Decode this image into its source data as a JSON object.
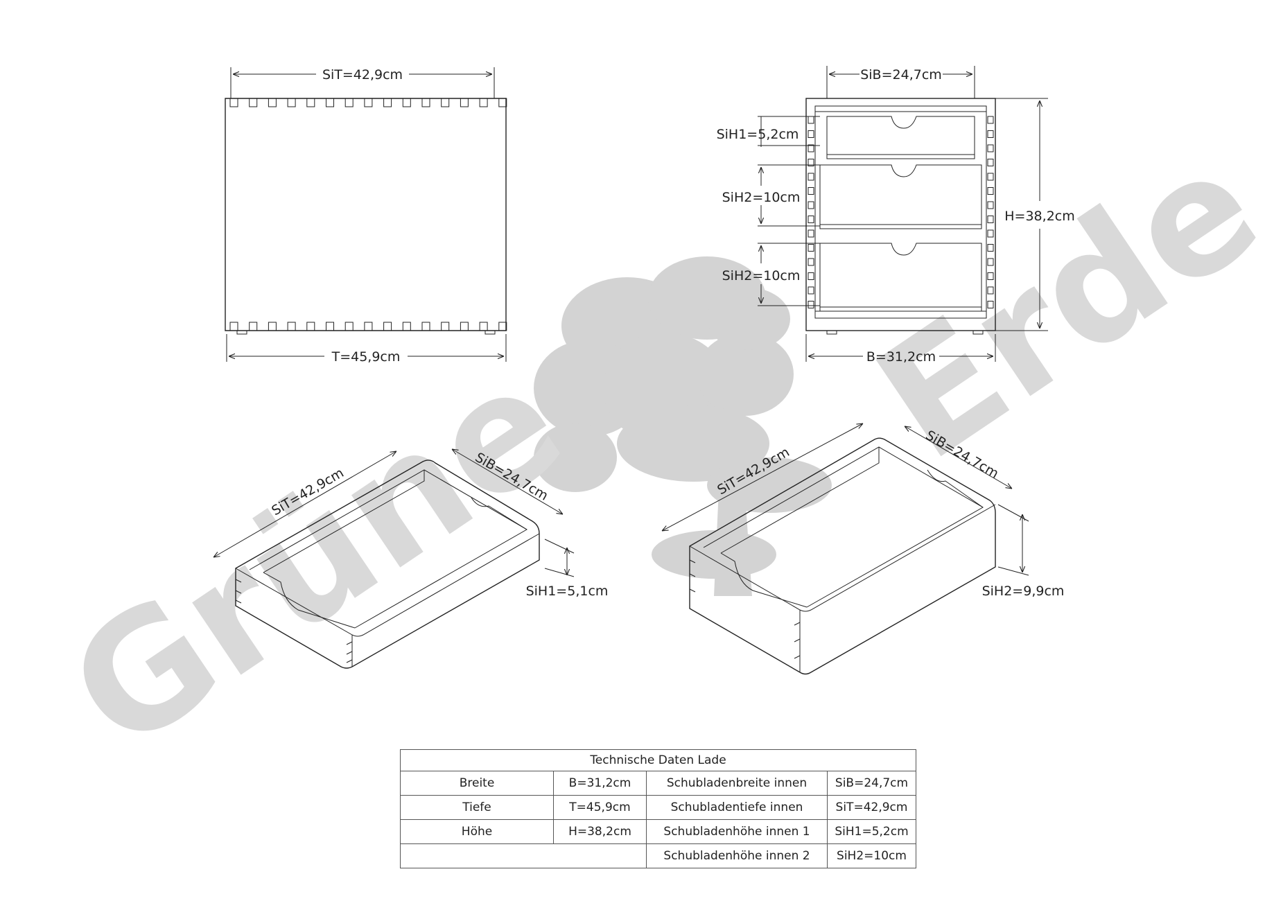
{
  "watermark": {
    "brand_left": "Grüne",
    "brand_right": "Erde"
  },
  "top_left_view": {
    "inner_depth_label": "SiT=42,9cm",
    "outer_depth_label": "T=45,9cm"
  },
  "top_right_view": {
    "inner_width_label": "SiB=24,7cm",
    "drawer1_height_label": "SiH1=5,2cm",
    "drawer2_height_label": "SiH2=10cm",
    "drawer3_height_label": "SiH2=10cm",
    "height_label": "H=38,2cm",
    "width_label": "B=31,2cm"
  },
  "small_drawer_view": {
    "depth_label": "SiT=42,9cm",
    "width_label": "SiB=24,7cm",
    "height_label": "SiH1=5,1cm"
  },
  "large_drawer_view": {
    "depth_label": "SiT=42,9cm",
    "width_label": "SiB=24,7cm",
    "height_label": "SiH2=9,9cm"
  },
  "table": {
    "title": "Technische Daten Lade",
    "rows": [
      {
        "name": "Breite",
        "value": "B=31,2cm",
        "inner_name": "Schubladenbreite innen",
        "inner_value": "SiB=24,7cm"
      },
      {
        "name": "Tiefe",
        "value": "T=45,9cm",
        "inner_name": "Schubladentiefe innen",
        "inner_value": "SiT=42,9cm"
      },
      {
        "name": "Höhe",
        "value": "H=38,2cm",
        "inner_name": "Schubladenhöhe innen 1",
        "inner_value": "SiH1=5,2cm"
      },
      {
        "name": "",
        "value": "",
        "inner_name": "Schubladenhöhe innen 2",
        "inner_value": "SiH2=10cm"
      }
    ]
  }
}
